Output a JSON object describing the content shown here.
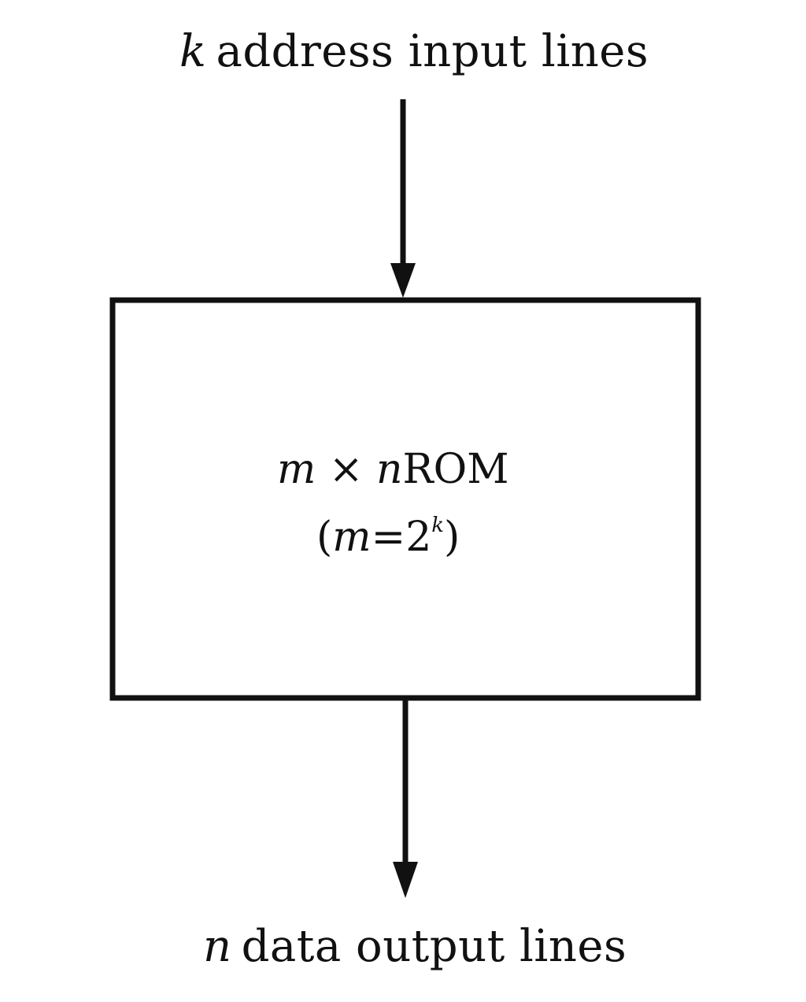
{
  "input_label": {
    "var": "k",
    "text": "address input lines"
  },
  "output_label": {
    "var": "n",
    "text": "data output lines"
  },
  "rom_block": {
    "line1": {
      "var_m": "m",
      "times": "×",
      "var_n": "n",
      "text": "ROM"
    },
    "line2": {
      "open": "(",
      "var_m": "m",
      "equals": "=",
      "base": "2",
      "exponent": "k",
      "close": ")"
    }
  },
  "colors": {
    "stroke": "#111111",
    "background": "#ffffff"
  }
}
